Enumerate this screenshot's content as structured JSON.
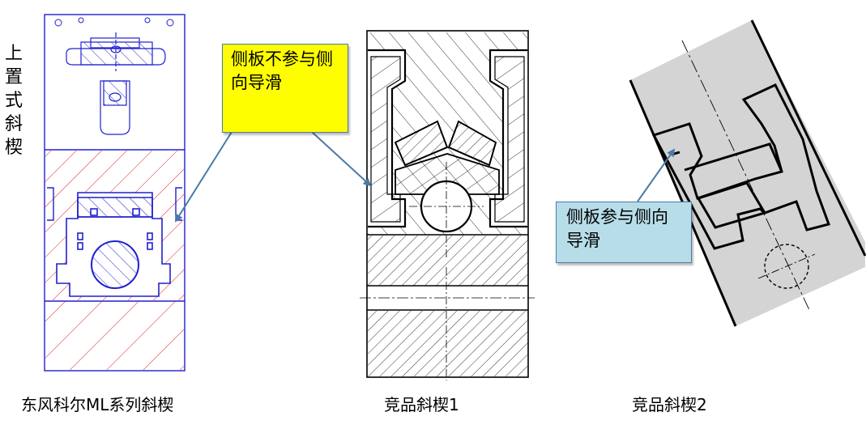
{
  "vertical_label": [
    "上",
    "置",
    "式",
    "斜",
    "楔"
  ],
  "callouts": {
    "yellow": {
      "text": "侧板不参与侧向导滑",
      "bg": "#fefe00"
    },
    "blue": {
      "text": "侧板参与侧向导滑",
      "bg": "#b7dde8"
    }
  },
  "captions": {
    "left": "东风科尔ML系列斜楔",
    "middle": "竞品斜楔1",
    "right": "竞品斜楔2"
  },
  "colors": {
    "left_outline": "#2020d0",
    "left_hatch": "#e02020",
    "drawing_line": "#000000",
    "right_fill": "#d4d4d4",
    "arrow": "#4a7aa7"
  }
}
